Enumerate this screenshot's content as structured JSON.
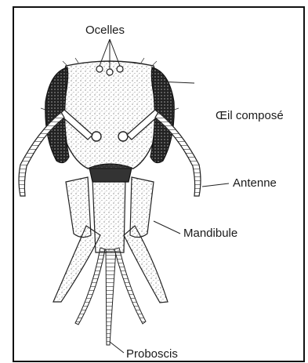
{
  "labels": {
    "ocelles": "Ocelles",
    "oeil_compose": "Œil composé",
    "antenne": "Antenne",
    "mandibule": "Mandibule",
    "proboscis": "Proboscis"
  },
  "colors": {
    "ink": "#1a1a1a",
    "stipple": "#555555",
    "paper": "#ffffff"
  }
}
